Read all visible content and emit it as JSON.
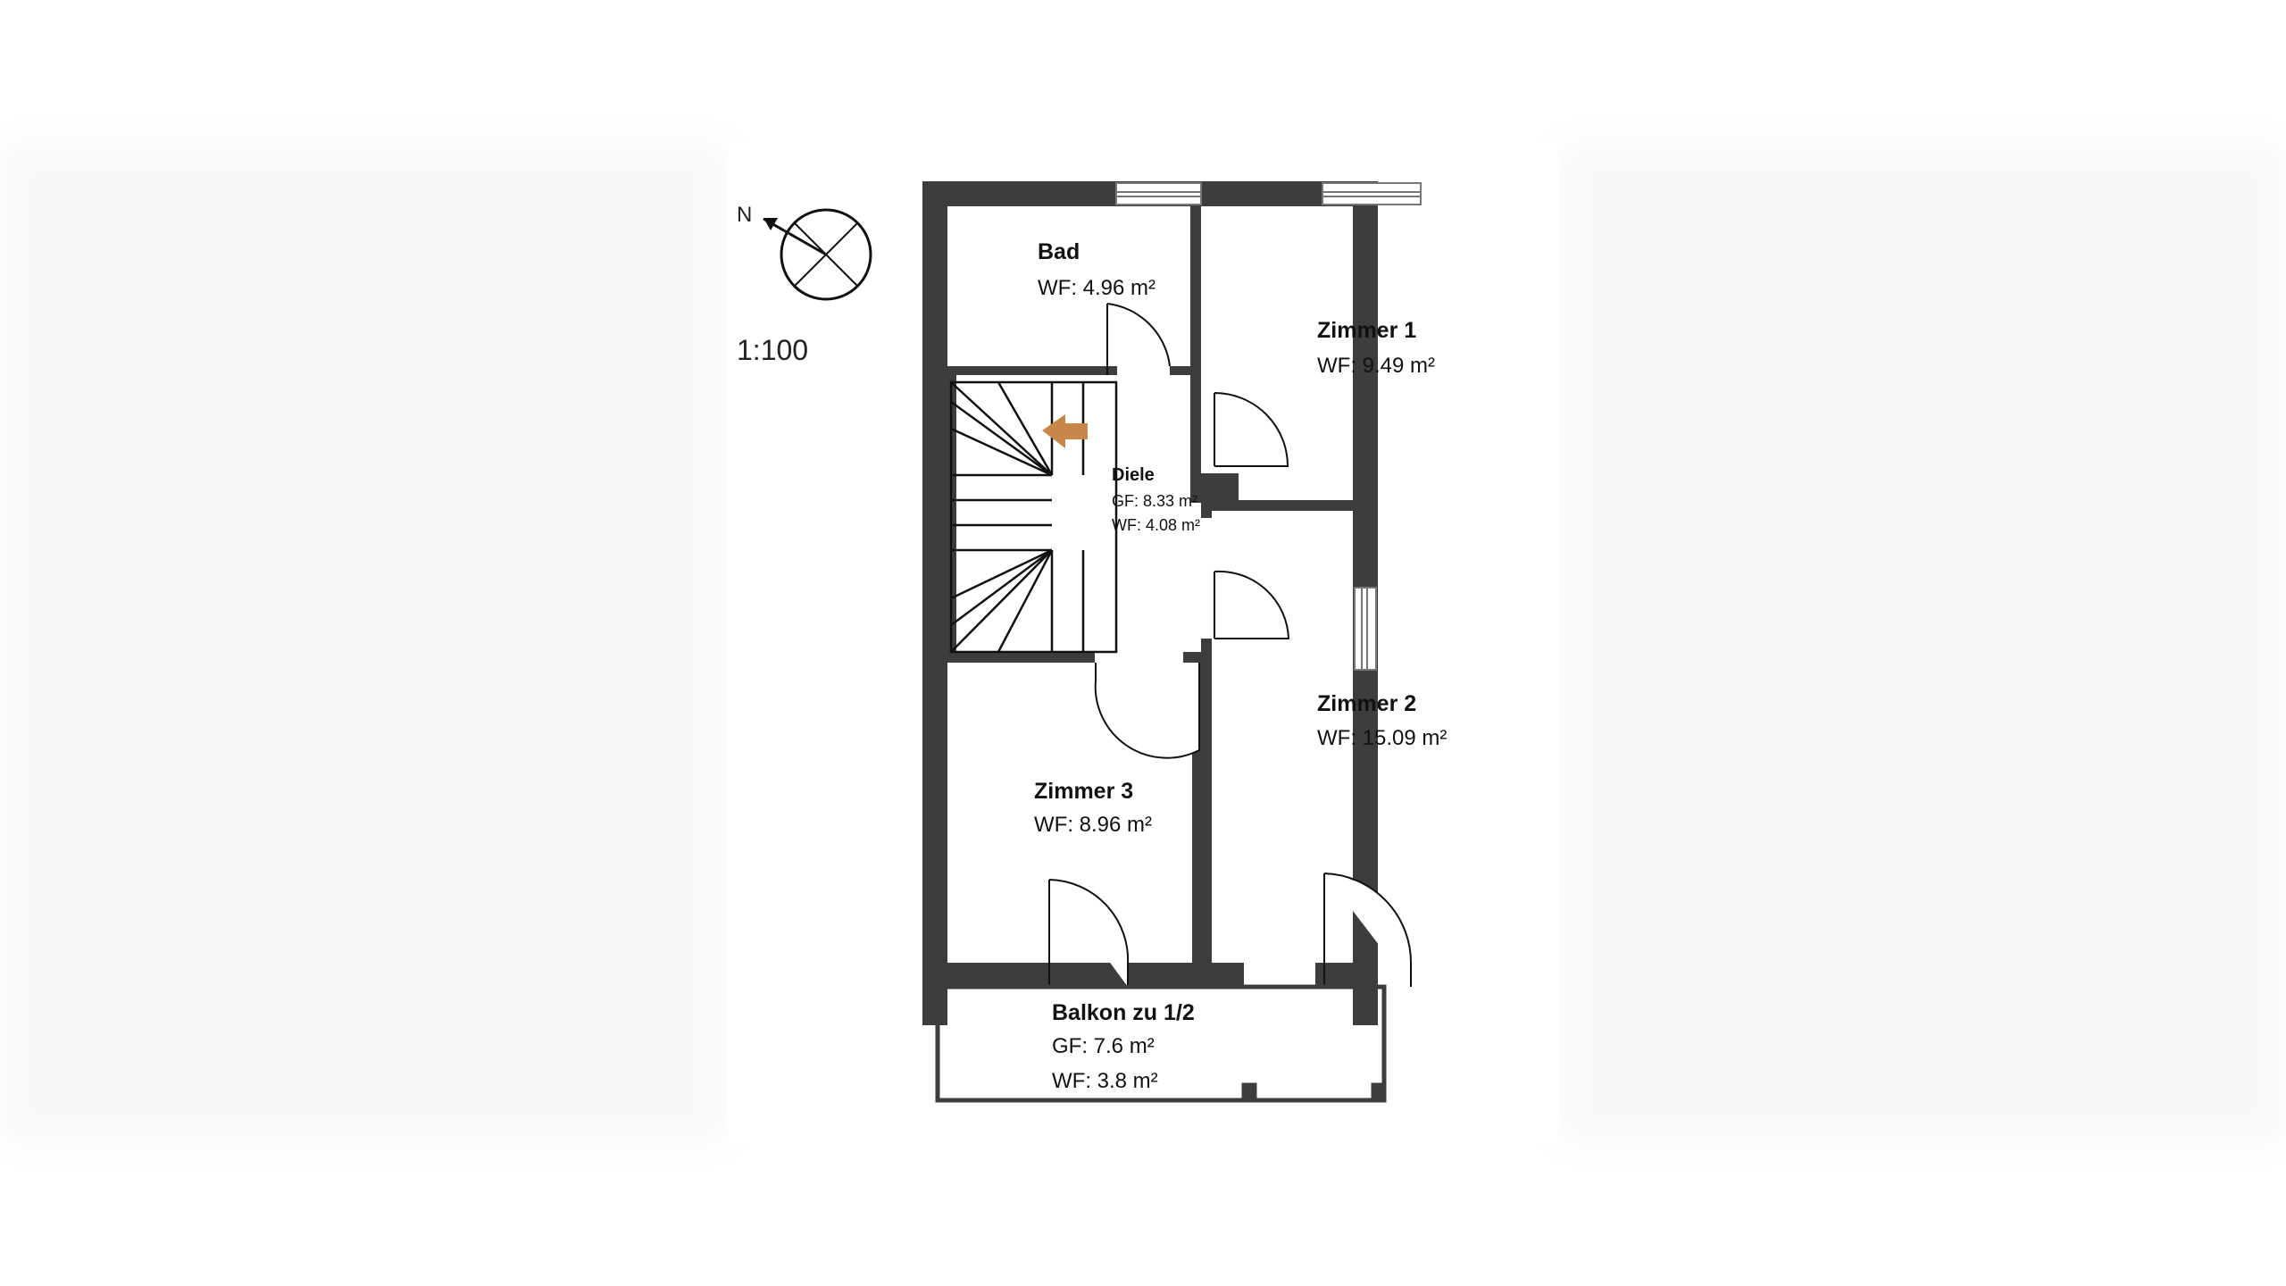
{
  "compass": {
    "north_label": "N"
  },
  "scale": "1:100",
  "rooms": [
    {
      "id": "bad",
      "name": "Bad",
      "area": "WF: 4.96 m²"
    },
    {
      "id": "zimmer1",
      "name": "Zimmer 1",
      "area": "WF: 9.49 m²"
    },
    {
      "id": "diele",
      "name": "Diele",
      "gf": "GF: 8.33 m²",
      "wf": "WF: 4.08 m²"
    },
    {
      "id": "zimmer2",
      "name": "Zimmer 2",
      "area": "WF: 15.09 m²"
    },
    {
      "id": "zimmer3",
      "name": "Zimmer 3",
      "area": "WF: 8.96 m²"
    },
    {
      "id": "balkon",
      "name": "Balkon zu 1/2",
      "gf": "GF: 7.6 m²",
      "wf": "WF: 3.8 m²"
    }
  ],
  "colors": {
    "wall": "#3d3d3d",
    "arrow": "#c8874a",
    "line": "#111111"
  }
}
